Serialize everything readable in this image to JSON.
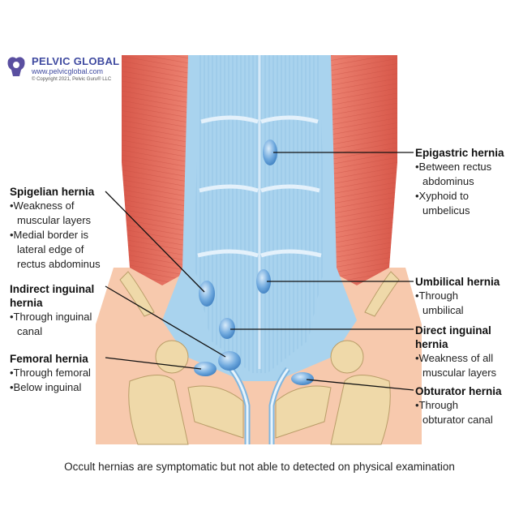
{
  "logo": {
    "name": "PELVIC GLOBAL",
    "url": "www.pelvicglobal.com",
    "copyright": "© Copyright 2021, Pelvic Guru® LLC"
  },
  "labels": {
    "epigastric": {
      "title": "Epigastric hernia",
      "b1": "•Between rectus",
      "b2": "abdominus",
      "b3": "•Xyphoid to",
      "b4": "umbelicus"
    },
    "spigelian": {
      "title": "Spigelian hernia",
      "b1": "•Weakness of",
      "b2": "muscular layers",
      "b3": "•Medial border is",
      "b4": "lateral edge of",
      "b5": "rectus abdominus"
    },
    "umbilical": {
      "title": "Umbilical hernia",
      "b1": "•Through",
      "b2": "umbilical"
    },
    "indirect": {
      "title1": "Indirect inguinal",
      "title2": "hernia",
      "b1": "•Through inguinal",
      "b2": "canal"
    },
    "direct": {
      "title1": "Direct inguinal",
      "title2": "hernia",
      "b1": "•Weakness of all",
      "b2": "muscular layers"
    },
    "femoral": {
      "title": "Femoral hernia",
      "b1": "•Through femoral",
      "b2": "•Below inguinal"
    },
    "obturator": {
      "title": "Obturator hernia",
      "b1": "•Through",
      "b2": "obturator canal"
    }
  },
  "caption": "Occult hernias are symptomatic but not able to detected on physical examination",
  "colors": {
    "muscle": "#e8705f",
    "fascia": "#a9d3ee",
    "bone": "#efd9a9",
    "skin": "#f7c9ad",
    "hernia": "#6fa9de",
    "logo": "#3f4aa0"
  }
}
